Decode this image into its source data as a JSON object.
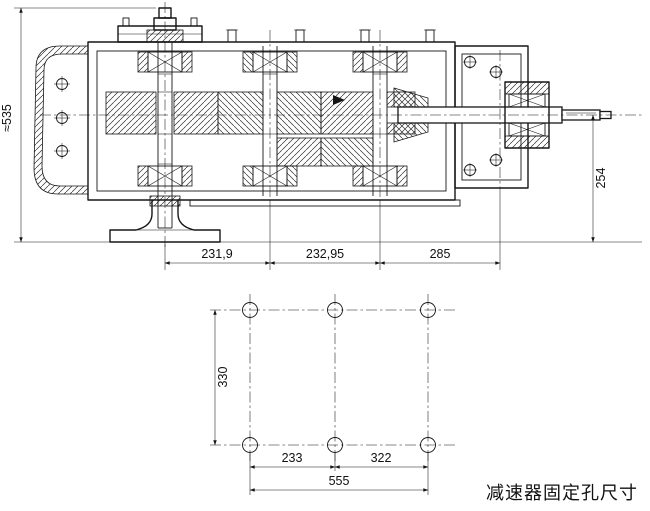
{
  "drawing": {
    "caption": "减速器固定孔尺寸",
    "dims": {
      "overall_height": "≈535",
      "output_axis_height": "254",
      "center_distance_1": "231,9",
      "center_distance_2": "232,95",
      "center_distance_3": "285"
    },
    "mounting_holes": {
      "row_spacing": "330",
      "span_left": "233",
      "span_right": "322",
      "span_total": "555"
    },
    "colors": {
      "line": "#161616",
      "background": "#ffffff"
    }
  }
}
